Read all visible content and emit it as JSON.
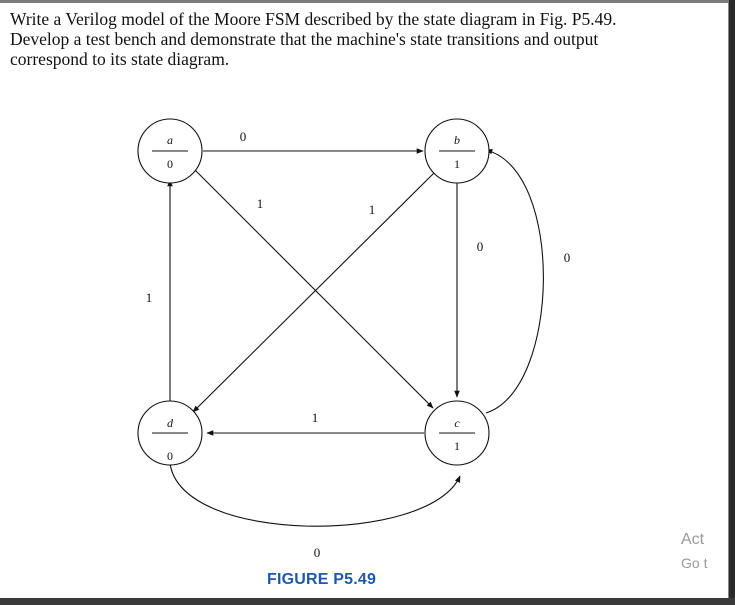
{
  "question": {
    "text": "Write a Verilog model of the Moore FSM described by the state diagram in Fig. P5.49.\nDevelop a test bench and demonstrate that the machine's state transitions and output\ncorrespond to its state diagram."
  },
  "diagram": {
    "states": [
      {
        "id": "a",
        "name": "a",
        "output": "0"
      },
      {
        "id": "b",
        "name": "b",
        "output": "1"
      },
      {
        "id": "c",
        "name": "c",
        "output": "1"
      },
      {
        "id": "d",
        "name": "d",
        "output": "0"
      }
    ],
    "transitions": [
      {
        "from": "a",
        "to": "b",
        "input": "0"
      },
      {
        "from": "a",
        "to": "c",
        "input": "1"
      },
      {
        "from": "b",
        "to": "d",
        "input": "1"
      },
      {
        "from": "b",
        "to": "c",
        "input": "0"
      },
      {
        "from": "c",
        "to": "b",
        "input": "0"
      },
      {
        "from": "c",
        "to": "d",
        "input": "1"
      },
      {
        "from": "d",
        "to": "a",
        "input": "1"
      },
      {
        "from": "d",
        "to": "c",
        "input": "0"
      }
    ],
    "caption": "FIGURE P5.49"
  },
  "watermark": {
    "line1": "Act",
    "line2": "Go t"
  }
}
